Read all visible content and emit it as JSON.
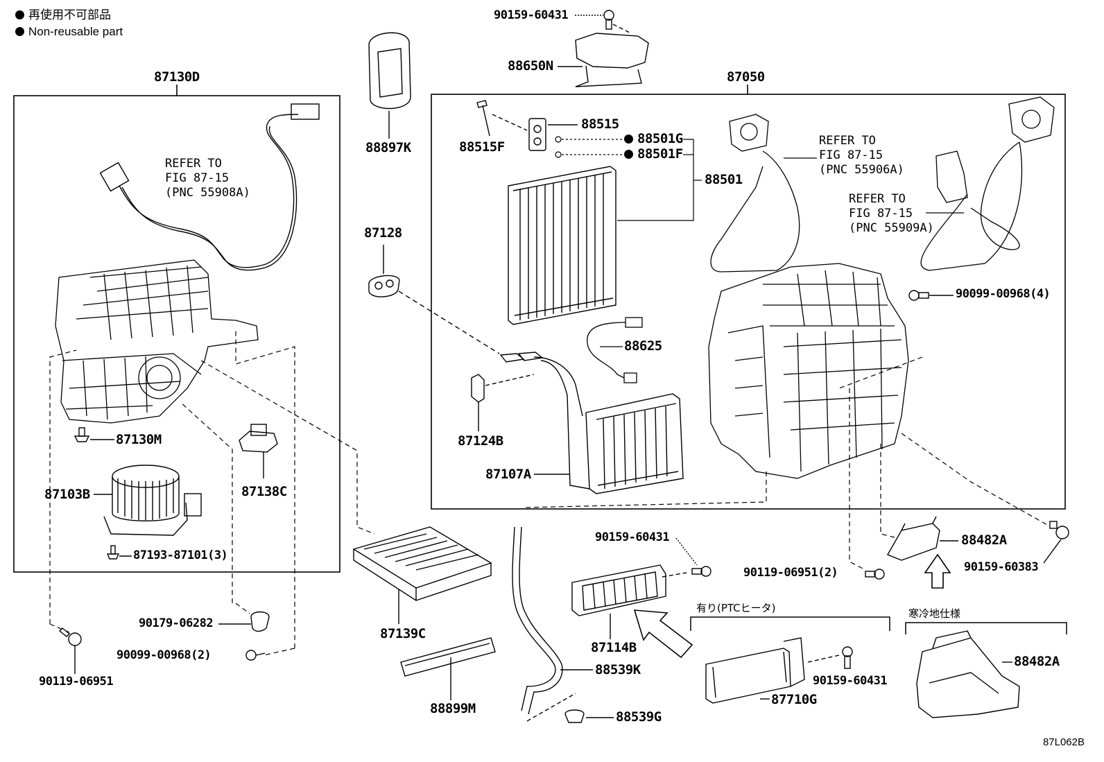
{
  "legend": {
    "jp": "再使用不可部品",
    "en": "Non-reusable part"
  },
  "variants": {
    "ptc_heater": "有り(PTCヒータ)",
    "cold_region": "寒冷地仕様"
  },
  "figure_code": "87L062B",
  "refs": {
    "left": "REFER TO\nFIG 87-15\n(PNC 55908A)",
    "mid": "REFER TO\nFIG 87-15\n(PNC 55906A)",
    "right": "REFER TO\nFIG 87-15\n(PNC 55909A)"
  },
  "parts": {
    "p87130D": "87130D",
    "p87050": "87050",
    "p90159_60431_top": "90159-60431",
    "p88650N": "88650N",
    "p88897K": "88897K",
    "p88515": "88515",
    "p88515F": "88515F",
    "p88501G": "88501G",
    "p88501F": "88501F",
    "p88501": "88501",
    "p87128": "87128",
    "p90099_00968_4": "90099-00968(4)",
    "p88625": "88625",
    "p87124B": "87124B",
    "p87107A": "87107A",
    "p87130M": "87130M",
    "p87138C": "87138C",
    "p87103B": "87103B",
    "p87193_87101": "87193-87101(3)",
    "p90179_06282": "90179-06282",
    "p90099_00968_2": "90099-00968(2)",
    "p90119_06951_left": "90119-06951",
    "p87139C": "87139C",
    "p88899M": "88899M",
    "p90159_60431_mid": "90159-60431",
    "p87114B": "87114B",
    "p88539K": "88539K",
    "p88539G": "88539G",
    "p88482A_top": "88482A",
    "p90119_06951_mid": "90119-06951(2)",
    "p90159_60383": "90159-60383",
    "p90159_60431_ptc": "90159-60431",
    "p87710G": "87710G",
    "p88482A_bot": "88482A"
  }
}
